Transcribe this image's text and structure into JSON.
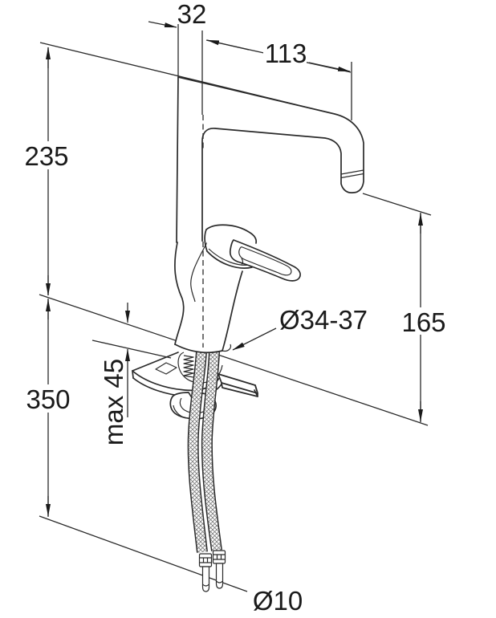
{
  "drawing": {
    "type": "technical-dimension-drawing",
    "subject": "single-lever kitchen mixer tap with high swivel spout and flexible supply hoses",
    "background_color": "#ffffff",
    "line_color": "#2a2a2a",
    "text_color": "#1a1a1a",
    "labels": {
      "spout_pipe_width": "32",
      "spout_reach": "113",
      "height_to_spout_top": "235",
      "outlet_height": "165",
      "mounting_hole_diameter": "Ø34-37",
      "under_deck_length": "350",
      "max_deck_thickness": "max 45",
      "hose_end_diameter": "Ø10"
    }
  }
}
